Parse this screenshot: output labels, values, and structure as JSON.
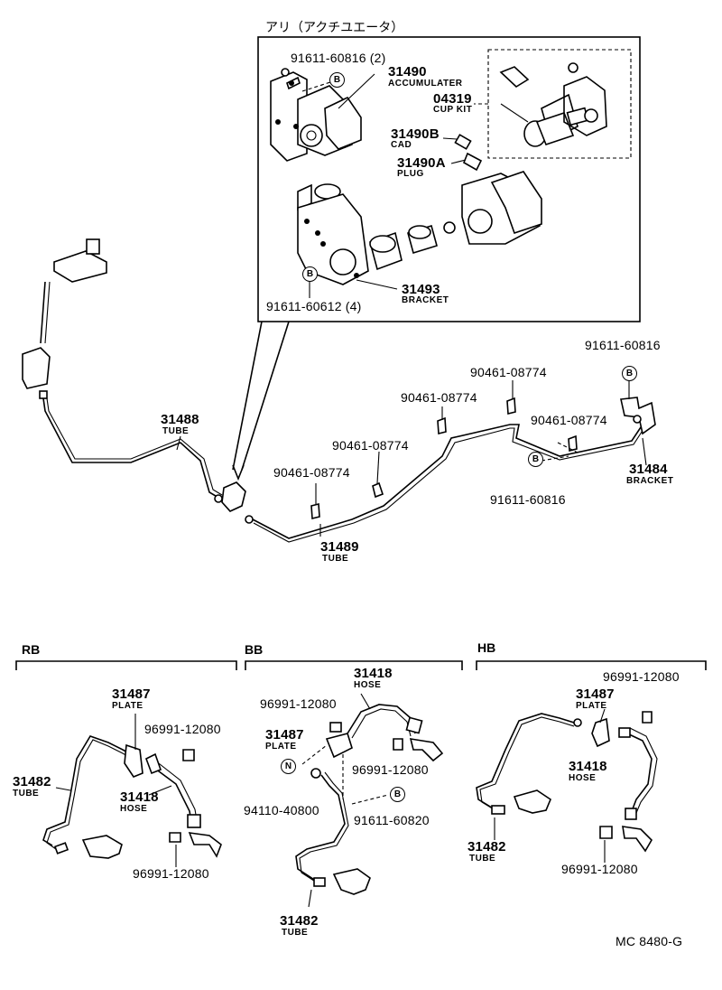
{
  "inset": {
    "title": "アリ（アクチユエータ）",
    "parts": {
      "p1": "91611-60816 (2)",
      "p2": "31490",
      "p2_sub": "ACCUMULATER",
      "p3": "04319",
      "p3_sub": "CUP KIT",
      "p4": "31490B",
      "p4_sub": "CAD",
      "p5": "31490A",
      "p5_sub": "PLUG",
      "p6": "31493",
      "p6_sub": "BRACKET",
      "p7": "91611-60612 (4)"
    },
    "markers": {
      "b1": "B",
      "b2": "B"
    }
  },
  "main": {
    "tube_31488": "31488",
    "tube_31488_sub": "TUBE",
    "tube_31489": "31489",
    "tube_31489_sub": "TUBE",
    "clip_a": "90461-08774",
    "clip_b": "90461-08774",
    "clip_c": "90461-08774",
    "clip_d": "90461-08774",
    "clip_e": "90461-08774",
    "bolt_a": "91611-60816",
    "bolt_b": "91611-60816",
    "bracket": "31484",
    "bracket_sub": "BRACKET",
    "markers": {
      "b1": "B",
      "b2": "B"
    }
  },
  "sections": {
    "rb": {
      "label": "RB",
      "plate": "31487",
      "plate_sub": "PLATE",
      "clip_top": "96991-12080",
      "tube": "31482",
      "tube_sub": "TUBE",
      "hose": "31418",
      "hose_sub": "HOSE",
      "clip_bottom": "96991-12080"
    },
    "bb": {
      "label": "BB",
      "hose": "31418",
      "hose_sub": "HOSE",
      "clip_top": "96991-12080",
      "plate": "31487",
      "plate_sub": "PLATE",
      "clip_mid": "96991-12080",
      "nut": "94110-40800",
      "nut_marker": "N",
      "bolt": "91611-60820",
      "bolt_marker": "B",
      "tube": "31482",
      "tube_sub": "TUBE"
    },
    "hb": {
      "label": "HB",
      "clip_top": "96991-12080",
      "plate": "31487",
      "plate_sub": "PLATE",
      "hose": "31418",
      "hose_sub": "HOSE",
      "tube": "31482",
      "tube_sub": "TUBE",
      "clip_bottom": "96991-12080"
    }
  },
  "footer": {
    "code": "MC 8480-G"
  }
}
